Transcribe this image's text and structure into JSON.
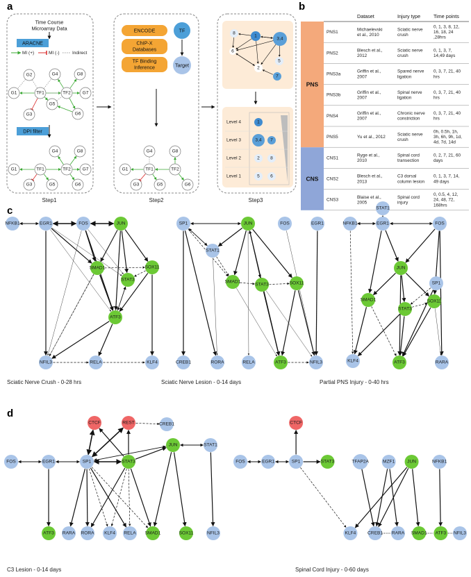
{
  "panels": {
    "a": "a",
    "b": "b",
    "c": "c",
    "d": "d"
  },
  "panel_a": {
    "title_line1": "Time Course",
    "title_line2": "Microarray Data",
    "aracne": "ARACNE",
    "legend_mi_pos": "MI (+)",
    "legend_mi_neg": "MI (-)",
    "legend_indirect": "Indirect",
    "dpi_filter": "DPI filter",
    "encode": "ENCODE",
    "chipx_line1": "ChIP-X",
    "chipx_line2": "Databases",
    "tfbind_line1": "TF Binding",
    "tfbind_line2": "Inference",
    "tf": "TF",
    "target": "Target",
    "step1": "Step1",
    "step2": "Step2",
    "step3": "Step3",
    "levels": [
      "Level 4",
      "Level 3",
      "Level 2",
      "Level 1"
    ],
    "level_nodes": [
      [
        "1"
      ],
      [
        "3,4",
        "7"
      ],
      [
        "2",
        "8"
      ],
      [
        "5",
        "6"
      ]
    ],
    "cluster_nodes": [
      "8",
      "1",
      "3,4",
      "6",
      "5",
      "2",
      "7"
    ],
    "gene_nodes": {
      "g2": "G2",
      "g4": "G4",
      "g8": "G8",
      "g1": "G1",
      "tf1": "TF1",
      "tf2": "TF2",
      "g7": "G7",
      "g3": "G3",
      "g5": "G5",
      "g6": "G6"
    }
  },
  "panel_b": {
    "headers": [
      "Dataset",
      "Injury type",
      "Time points"
    ],
    "groups": [
      {
        "name": "PNS",
        "color": "#f4a97b"
      },
      {
        "name": "CNS",
        "color": "#8fa6d8"
      }
    ],
    "rows": [
      {
        "id": "PNS1",
        "dataset": [
          "Michaelevski",
          "et al., 2010"
        ],
        "injury": [
          "Sciatic nerve",
          "crush"
        ],
        "time": [
          "0, 1, 3, 8, 12,",
          "16, 18, 24",
          ",28hrs"
        ]
      },
      {
        "id": "PNS2",
        "dataset": [
          "Blesch et al.,",
          "2012"
        ],
        "injury": [
          "Sciatic nerve",
          "crush"
        ],
        "time": [
          "0, 1, 3, 7,",
          "14,49 days"
        ]
      },
      {
        "id": "PNS3a",
        "dataset": [
          "Griffin et al.,",
          "2007"
        ],
        "injury": [
          "Spared nerve",
          "ligation"
        ],
        "time": [
          "0, 3, 7, 21, 40",
          "hrs"
        ]
      },
      {
        "id": "PNS3b",
        "dataset": [
          "Griffin et al.,",
          "2007"
        ],
        "injury": [
          "Spinal nerve",
          "ligation"
        ],
        "time": [
          "0, 3, 7, 21, 40",
          "hrs"
        ]
      },
      {
        "id": "PNS4",
        "dataset": [
          "Griffin et al.,",
          "2007"
        ],
        "injury": [
          "Chronic nerve",
          "constriction"
        ],
        "time": [
          "0, 3, 7, 21, 40",
          "hrs"
        ]
      },
      {
        "id": "PNS5",
        "dataset": [
          "Yu et al., 2012"
        ],
        "injury": [
          "Sciatic nerve",
          "crush"
        ],
        "time": [
          "0h, 0.5h, 1h,",
          "3h, 6h, 9h, 1d,",
          "4d, 7d, 14d"
        ]
      },
      {
        "id": "CNS1",
        "dataset": [
          "Ryge et al.,",
          "2010"
        ],
        "injury": [
          "Spinal cord",
          "transection"
        ],
        "time": [
          "0, 2, 7, 21, 60",
          "days"
        ]
      },
      {
        "id": "CNS2",
        "dataset": [
          "Blesch et al.,",
          "2013"
        ],
        "injury": [
          "C3 dorsal",
          "column lesion"
        ],
        "time": [
          "0, 1, 3, 7, 14,",
          "49 days"
        ]
      },
      {
        "id": "CNS3",
        "dataset": [
          "Blaise et al.,",
          "2005"
        ],
        "injury": [
          "Spinal cord",
          "injury"
        ],
        "time": [
          "0, 0.5, 4, 12,",
          "24, 48, 72,",
          "168hrs"
        ]
      }
    ]
  },
  "colors": {
    "blue": "#a9c4e8",
    "green": "#6cc935",
    "red": "#ef6666",
    "darkblue": "#3f8bd0",
    "orange": "#f4a97b",
    "cns": "#8fa6d8",
    "box_orange": "#f4a534",
    "box_blue": "#4c9fd8"
  },
  "networks": {
    "c1": {
      "caption": "Sciatic Nerve Crush - 0-28 hrs",
      "nodes": [
        {
          "id": "NFKB1",
          "label": "NFKB1",
          "c": "blue"
        },
        {
          "id": "EGR1",
          "label": "EGR1",
          "c": "blue"
        },
        {
          "id": "FOS",
          "label": "FOS",
          "c": "blue"
        },
        {
          "id": "JUN",
          "label": "JUN",
          "c": "green"
        },
        {
          "id": "SMAD1",
          "label": "SMAD1",
          "c": "green"
        },
        {
          "id": "SOX11",
          "label": "SOX11",
          "c": "green"
        },
        {
          "id": "STAT3",
          "label": "STAT3",
          "c": "green"
        },
        {
          "id": "ATF3",
          "label": "ATF3",
          "c": "green"
        },
        {
          "id": "NFIL3",
          "label": "NFIL3",
          "c": "blue"
        },
        {
          "id": "RELA",
          "label": "RELA",
          "c": "blue"
        },
        {
          "id": "KLF4",
          "label": "KLF4",
          "c": "blue"
        }
      ]
    },
    "c2": {
      "caption": "Sciatic Nerve Lesion - 0-14 days",
      "nodes": [
        {
          "id": "SP1",
          "label": "SP1",
          "c": "blue"
        },
        {
          "id": "JUN",
          "label": "JUN",
          "c": "green"
        },
        {
          "id": "FOS",
          "label": "FOS",
          "c": "blue"
        },
        {
          "id": "EGR1",
          "label": "EGR1",
          "c": "blue"
        },
        {
          "id": "STAT1",
          "label": "STAT1",
          "c": "blue"
        },
        {
          "id": "SMAD1",
          "label": "SMAD1",
          "c": "green"
        },
        {
          "id": "STAT3",
          "label": "STAT3",
          "c": "green"
        },
        {
          "id": "SOX11",
          "label": "SOX11",
          "c": "green"
        },
        {
          "id": "CREB1",
          "label": "CREB1",
          "c": "blue"
        },
        {
          "id": "RORA",
          "label": "RORA",
          "c": "blue"
        },
        {
          "id": "RELA",
          "label": "RELA",
          "c": "blue"
        },
        {
          "id": "ATF3",
          "label": "ATF3",
          "c": "green"
        },
        {
          "id": "NFIL3",
          "label": "NFIL3",
          "c": "blue"
        }
      ]
    },
    "c3": {
      "caption": "Partial PNS Injury - 0-40 hrs",
      "nodes": [
        {
          "id": "STAT1",
          "label": "STAT1",
          "c": "blue"
        },
        {
          "id": "NFKB1",
          "label": "NFKB1",
          "c": "blue"
        },
        {
          "id": "EGR1",
          "label": "EGR1",
          "c": "blue"
        },
        {
          "id": "FOS",
          "label": "FOS",
          "c": "blue"
        },
        {
          "id": "JUN",
          "label": "JUN",
          "c": "green"
        },
        {
          "id": "SP1",
          "label": "SP1",
          "c": "blue"
        },
        {
          "id": "SMAD1",
          "label": "SMAD1",
          "c": "green"
        },
        {
          "id": "STAT3",
          "label": "STAT3",
          "c": "green"
        },
        {
          "id": "SOX11",
          "label": "SOX11",
          "c": "green"
        },
        {
          "id": "KLF4",
          "label": "KLF4",
          "c": "blue"
        },
        {
          "id": "ATF3",
          "label": "ATF3",
          "c": "green"
        },
        {
          "id": "RARA",
          "label": "RARA",
          "c": "blue"
        }
      ]
    },
    "d1": {
      "caption": "C3 Lesion - 0-14 days",
      "nodes": [
        {
          "id": "CTCF",
          "label": "CTCF",
          "c": "red"
        },
        {
          "id": "REST",
          "label": "REST",
          "c": "red"
        },
        {
          "id": "CREB1",
          "label": "CREB1",
          "c": "blue"
        },
        {
          "id": "FOS",
          "label": "FOS",
          "c": "blue"
        },
        {
          "id": "EGR1",
          "label": "EGR1",
          "c": "blue"
        },
        {
          "id": "SP1",
          "label": "SP1",
          "c": "blue"
        },
        {
          "id": "STAT3",
          "label": "STAT3",
          "c": "green"
        },
        {
          "id": "JUN",
          "label": "JUN",
          "c": "green"
        },
        {
          "id": "STAT1",
          "label": "STAT1",
          "c": "blue"
        },
        {
          "id": "ATF3",
          "label": "ATF3",
          "c": "green"
        },
        {
          "id": "RARA",
          "label": "RARA",
          "c": "blue"
        },
        {
          "id": "RORA",
          "label": "RORA",
          "c": "blue"
        },
        {
          "id": "KLF4",
          "label": "KLF4",
          "c": "blue"
        },
        {
          "id": "RELA",
          "label": "RELA",
          "c": "blue"
        },
        {
          "id": "SMAD1",
          "label": "SMAD1",
          "c": "green"
        },
        {
          "id": "SOX11",
          "label": "SOX11",
          "c": "green"
        },
        {
          "id": "NFIL3",
          "label": "NFIL3",
          "c": "blue"
        }
      ]
    },
    "d2": {
      "caption": "Spinal Cord Injury - 0-60 days",
      "nodes": [
        {
          "id": "CTCF",
          "label": "CTCF",
          "c": "red"
        },
        {
          "id": "FOS",
          "label": "FOS",
          "c": "blue"
        },
        {
          "id": "EGR1",
          "label": "EGR1",
          "c": "blue"
        },
        {
          "id": "SP1",
          "label": "SP1",
          "c": "blue"
        },
        {
          "id": "STAT3",
          "label": "STAT3",
          "c": "green"
        },
        {
          "id": "TFAP2A",
          "label": "TFAP2A",
          "c": "blue"
        },
        {
          "id": "MZF1",
          "label": "MZF1",
          "c": "blue"
        },
        {
          "id": "JUN",
          "label": "JUN",
          "c": "green"
        },
        {
          "id": "NFKB1",
          "label": "NFKB1",
          "c": "blue"
        },
        {
          "id": "KLF4",
          "label": "KLF4",
          "c": "blue"
        },
        {
          "id": "CREB1",
          "label": "CREB1",
          "c": "blue"
        },
        {
          "id": "RARA",
          "label": "RARA",
          "c": "blue"
        },
        {
          "id": "SMAD1",
          "label": "SMAD1",
          "c": "green"
        },
        {
          "id": "ATF3",
          "label": "ATF3",
          "c": "green"
        },
        {
          "id": "NFIL3",
          "label": "NFIL3",
          "c": "blue"
        }
      ]
    }
  }
}
